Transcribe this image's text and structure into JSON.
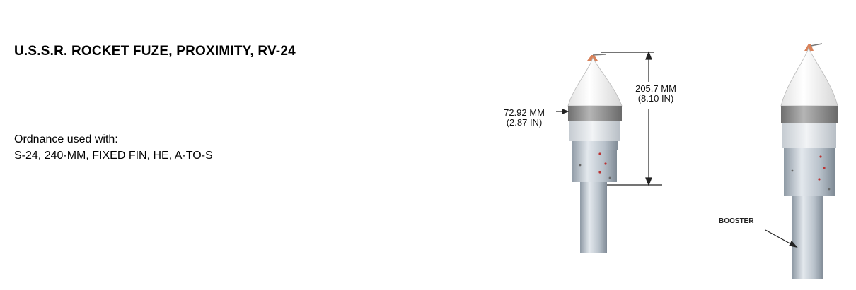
{
  "document": {
    "title": "U.S.S.R. ROCKET FUZE, PROXIMITY, RV-24",
    "ordnance_label": "Ordnance used with:",
    "ordnance_value": "S-24, 240-MM, FIXED FIN, HE, A-TO-S"
  },
  "figure": {
    "length_mm": "205.7 MM",
    "length_in": "(8.10 IN)",
    "diameter_mm": "72.92 MM",
    "diameter_in": "(2.87 IN)",
    "booster_label": "BOOSTER"
  },
  "colors": {
    "nose": "#f4f4f4",
    "tip": "#d9825a",
    "band": "#8e8e8e",
    "body": "#c9d2da",
    "booster": "#a9b3bd"
  }
}
